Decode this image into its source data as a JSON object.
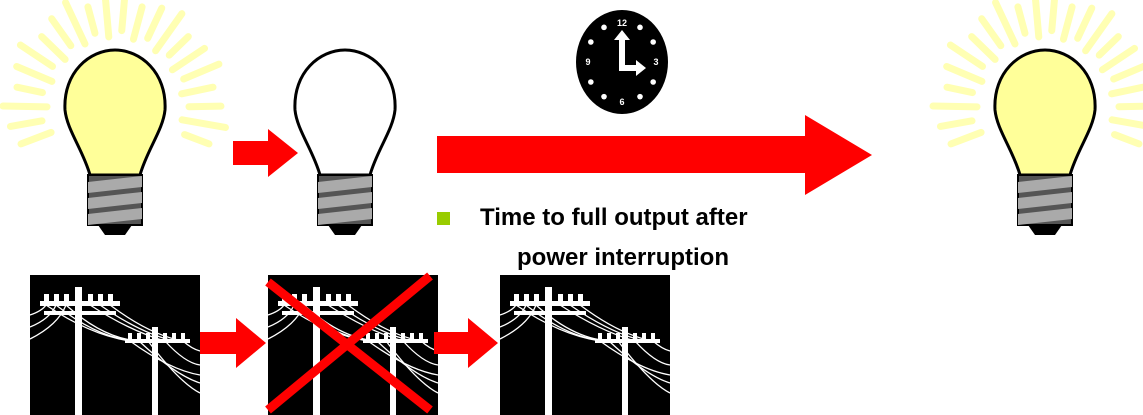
{
  "caption": {
    "line1": "Time to full output after",
    "line2": "power interruption"
  },
  "clock": {
    "numerals": [
      "12",
      "3",
      "6",
      "9"
    ]
  },
  "colors": {
    "arrow": "#ff0000",
    "bulb_lit": "#ffff99",
    "glow": "#ffffb3",
    "bulb_off": "#ffffff",
    "bullet": "#99cc00",
    "background": "#ffffff",
    "panel": "#000000"
  },
  "icons": [
    "lit-bulb-icon",
    "unlit-bulb-icon",
    "clock-icon",
    "power-lines-icon",
    "cross-mark-icon",
    "arrow-icon"
  ]
}
